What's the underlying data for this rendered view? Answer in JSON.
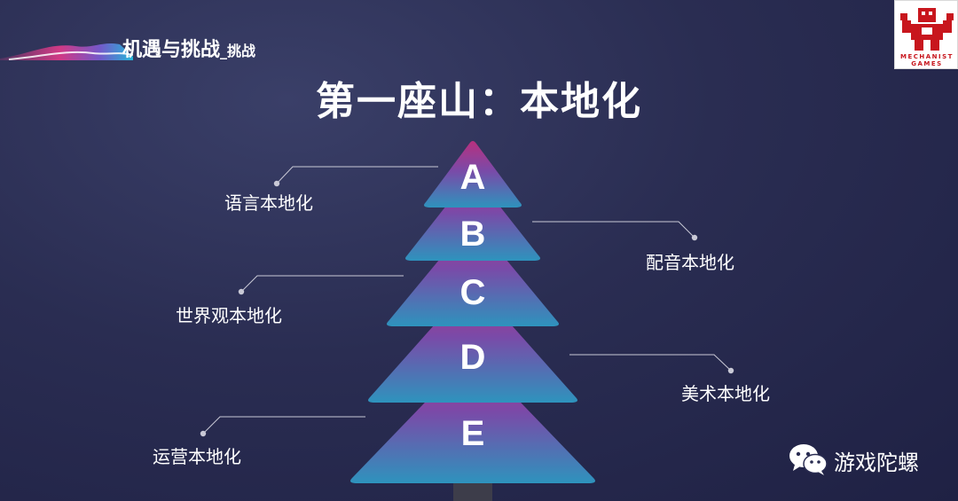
{
  "header": {
    "title": "机遇与挑战",
    "subtitle": "_挑战"
  },
  "slide_title": "第一座山：本地化",
  "logo": {
    "line1": "MECHANIST",
    "line2": "GAMES"
  },
  "tree": {
    "tiers": [
      {
        "letter": "A",
        "label": "语言本地化",
        "side": "left"
      },
      {
        "letter": "B",
        "label": "配音本地化",
        "side": "right"
      },
      {
        "letter": "C",
        "label": "世界观本地化",
        "side": "left"
      },
      {
        "letter": "D",
        "label": "美术本地化",
        "side": "right"
      },
      {
        "letter": "E",
        "label": "运营本地化",
        "side": "left"
      }
    ],
    "colors": {
      "top": "#b8307e",
      "mid": "#7a4aa8",
      "bottom": "#2e93bd",
      "trunk": "#3d3d4a",
      "line": "#c9c9d6"
    }
  },
  "watermark": {
    "icon": "wechat-icon",
    "text": "游戏陀螺"
  }
}
